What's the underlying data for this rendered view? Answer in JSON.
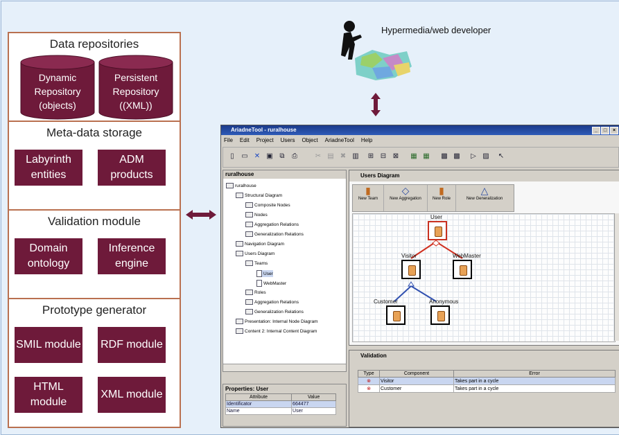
{
  "architecture": {
    "sections": [
      {
        "title": "Data repositories",
        "items": [
          "Dynamic Repository (objects)",
          "Persistent Repository ((XML))"
        ]
      },
      {
        "title": "Meta-data storage",
        "items": [
          "Labyrinth entities",
          "ADM products"
        ]
      },
      {
        "title": "Validation module",
        "items": [
          "Domain ontology",
          "Inference engine"
        ]
      },
      {
        "title": "Prototype generator",
        "items": [
          "SMIL module",
          "RDF module",
          "HTML module",
          "XML module"
        ]
      }
    ]
  },
  "developer_label": "Hypermedia/web developer",
  "app": {
    "title": "AriadneTool - ruralhouse",
    "menu": [
      "File",
      "Edit",
      "Project",
      "Users",
      "Object",
      "AriadneTool",
      "Help"
    ],
    "tree_header": "ruralhouse",
    "tree": [
      "ruralhouse",
      "Structural Diagram",
      "Composite Nodes",
      "Nodes",
      "Aggregation Relations",
      "Generalization Relations",
      "Navigation Diagram",
      "Users Diagram",
      "Teams",
      "User",
      "WebMaster",
      "Roles",
      "Aggregation Relations",
      "Generalization Relations",
      "Presentation: Internal Node Diagram",
      "Content 2: Internal Content Diagram"
    ],
    "properties": {
      "title": "Properties: User",
      "columns": [
        "Attribute",
        "Value"
      ],
      "rows": [
        [
          "Identificator",
          "664477"
        ],
        [
          "Name",
          "User"
        ]
      ]
    },
    "diagram": {
      "title": "Users Diagram",
      "palette": [
        "New Team",
        "New Aggregation",
        "New Role",
        "New Generalization"
      ],
      "nodes": [
        "User",
        "Visitor",
        "WebMaster",
        "Customer",
        "Anonymous"
      ]
    },
    "validation": {
      "title": "Validation",
      "columns": [
        "Type",
        "Component",
        "Error"
      ],
      "rows": [
        [
          "Visitor",
          "Takes part in a cycle"
        ],
        [
          "Customer",
          "Takes part in a cycle"
        ]
      ]
    }
  }
}
